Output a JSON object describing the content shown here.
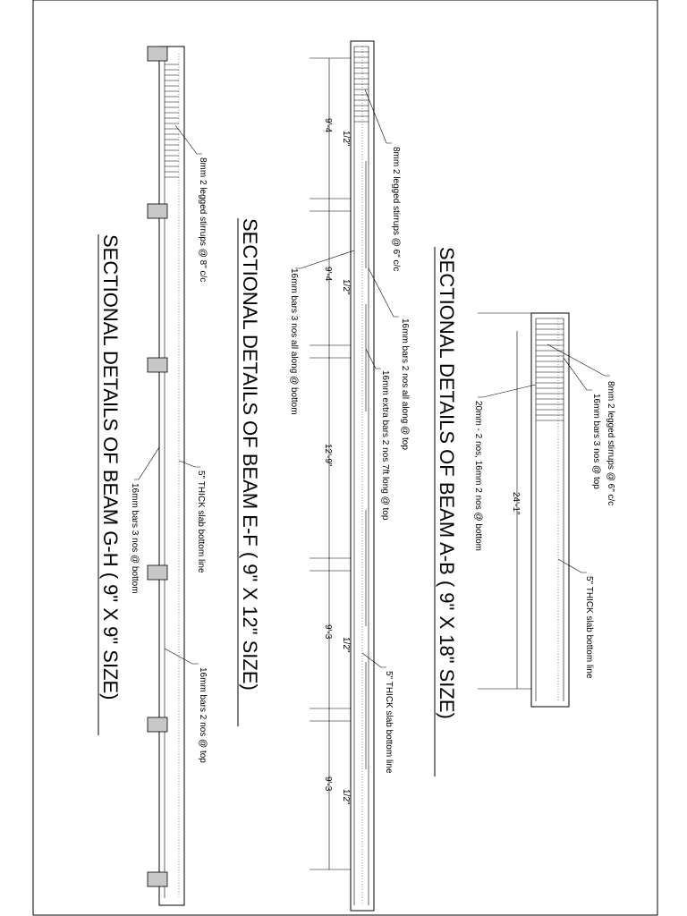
{
  "beam_ab": {
    "title": "SECTIONAL DETAILS OF BEAM  A-B    ( 9\" X 18\" SIZE)",
    "notes": {
      "stirrups": "8mm 2 legged stirrups @ 6\" c/c",
      "top_bars": "16mm bars 3 nos @ top",
      "bottom_bars": "20mm - 2 nos, 16mm 2 nos @ bottom",
      "slab": "5\" THICK slab bottom line"
    },
    "dimension": "24'-1\""
  },
  "beam_ef": {
    "title": "SECTIONAL DETAILS OF BEAM  E-F ( 9\" X 12\" SIZE)",
    "notes": {
      "stirrups": "8mm 2 legged stirrups @ 6\" c/c",
      "top_bars": "16mm bars 2 nos all along  @ top",
      "extra_bars": "16mm extra bars 2 nos  7ft long @ top",
      "bottom_bars": "16mm bars 3 nos all along @ bottom",
      "slab": "5\" THICK slab bottom line"
    },
    "spans": [
      "9'-4",
      "9'-4",
      "12'-9\"",
      "9'-3",
      "9'-3"
    ],
    "span_fractions": [
      "1/2\"",
      "1/2\"",
      "",
      "1/2\"",
      "1/2\""
    ]
  },
  "beam_gh": {
    "title": "SECTIONAL DETAILS OF BEAM  G-H ( 9\" X 9\" SIZE)",
    "notes": {
      "stirrups": "8mm 2 legged stirrups @ 8\" c/c",
      "slab": "5\" THICK slab bottom line",
      "bottom_bars": "16mm bars 3 nos @ bottom",
      "top_bars": "16mm bars 2 nos @ top"
    }
  }
}
